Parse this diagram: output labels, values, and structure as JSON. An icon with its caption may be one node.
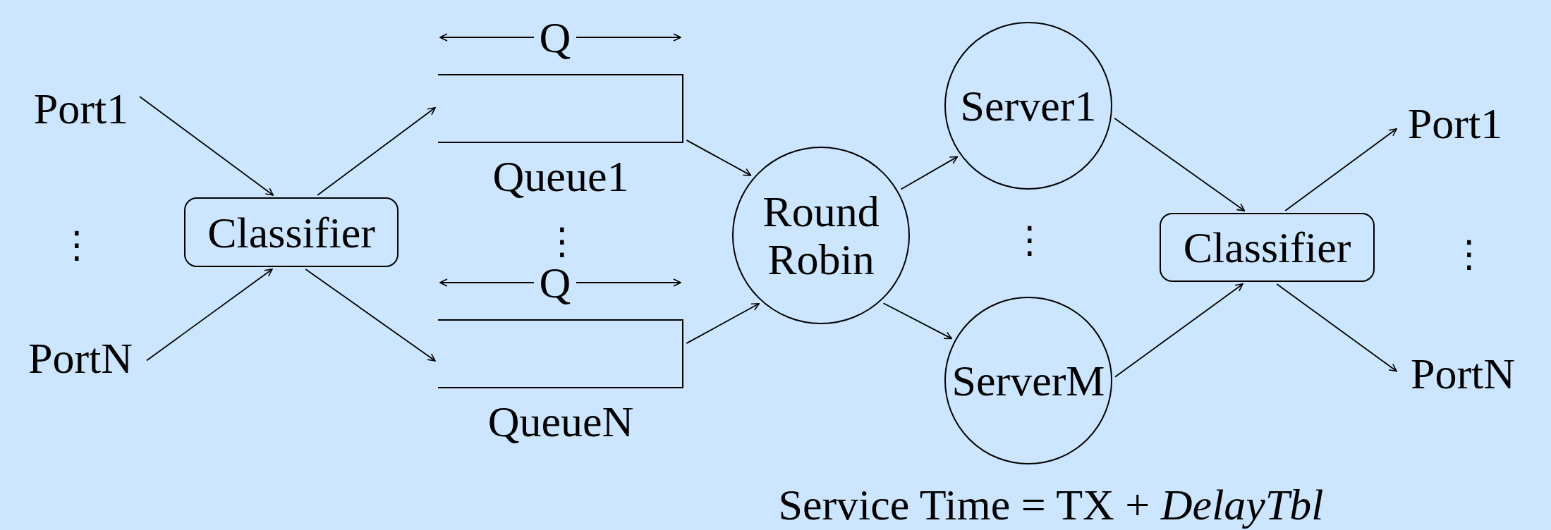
{
  "diagram": {
    "nodes": [
      {
        "text": [
          "Port1"
        ]
      },
      {
        "text": [
          "PortN"
        ]
      },
      {
        "text": [
          "Classifier"
        ]
      },
      {
        "text": [
          "Queue1"
        ]
      },
      {
        "text": [
          "QueueN"
        ]
      },
      {
        "text": [
          "Round Robin"
        ]
      },
      {
        "text": [
          "Server1"
        ]
      },
      {
        "text": [
          "ServerM"
        ]
      },
      {
        "text": [
          "Classifier"
        ]
      },
      {
        "text": [
          "Port1"
        ]
      },
      {
        "text": [
          "PortN"
        ]
      }
    ],
    "edges": [
      {
        "from": 0,
        "to": 2,
        "arrow": "to"
      },
      {
        "from": 1,
        "to": 2,
        "arrow": "to"
      },
      {
        "from": 2,
        "to": 3,
        "arrow": "to"
      },
      {
        "from": 2,
        "to": 4,
        "arrow": "to"
      },
      {
        "from": 3,
        "to": 5,
        "arrow": "to"
      },
      {
        "from": 4,
        "to": 5,
        "arrow": "to"
      },
      {
        "from": 5,
        "to": 6,
        "arrow": "to"
      },
      {
        "from": 5,
        "to": 7,
        "arrow": "to"
      },
      {
        "from": 6,
        "to": 8,
        "arrow": "to"
      },
      {
        "from": 7,
        "to": 8,
        "arrow": "to"
      },
      {
        "from": 8,
        "to": 9,
        "arrow": "to"
      },
      {
        "from": 8,
        "to": 10,
        "arrow": "to"
      }
    ],
    "labels": [
      "⋮",
      "Q",
      "⋮",
      "Q",
      "⋮",
      "⋮",
      "Service Time = TX + *DelayTbl*"
    ]
  }
}
